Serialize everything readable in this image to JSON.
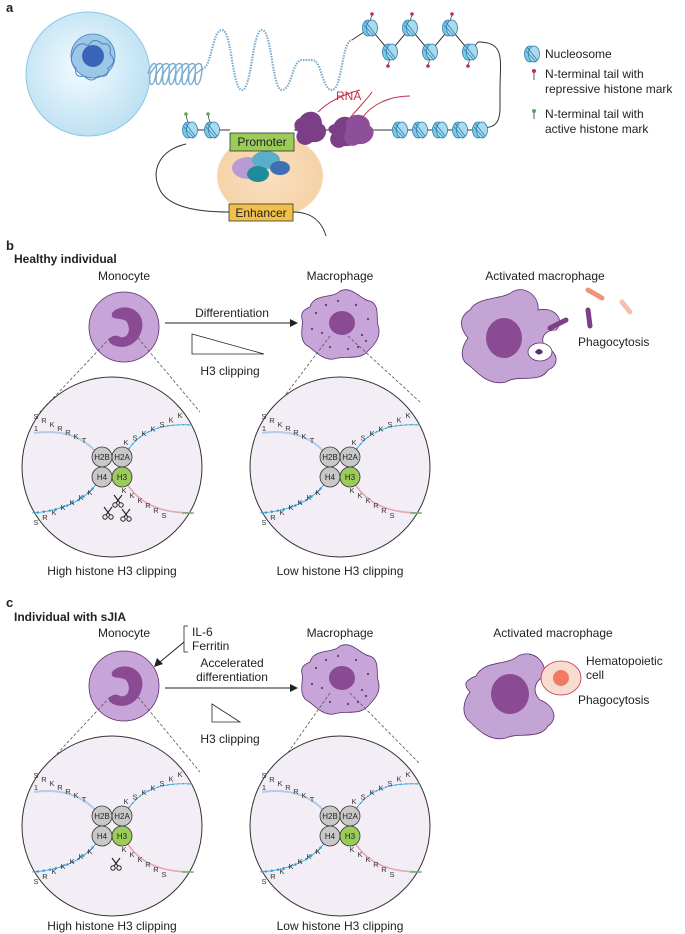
{
  "panel_a": {
    "letter": "a",
    "legend": {
      "nucleosome": "Nucleosome",
      "repressive_line1": "N-terminal tail with",
      "repressive_line2": "repressive histone mark",
      "active_line1": "N-terminal tail with",
      "active_line2": "active histone mark"
    },
    "rna_label": "RNA",
    "promoter_label": "Promoter",
    "enhancer_label": "Enhancer",
    "colors": {
      "promoter": "#9bcc5a",
      "enhancer": "#f2c04a",
      "polymerase": "#7c3f87",
      "nucleosome": "#5fb4d9",
      "repressive": "#c0304a",
      "active": "#4caf50"
    }
  },
  "panel_b": {
    "letter": "b",
    "heading": "Healthy individual",
    "monocyte": "Monocyte",
    "macrophage": "Macrophage",
    "activated": "Activated macrophage",
    "arrow_label": "Differentiation",
    "clipping_label": "H3 clipping",
    "phagocytosis": "Phagocytosis",
    "left_caption": "High histone H3 clipping",
    "right_caption": "Low histone H3 clipping"
  },
  "panel_c": {
    "letter": "c",
    "heading": "Individual with sJIA",
    "monocyte": "Monocyte",
    "macrophage": "Macrophage",
    "activated": "Activated macrophage",
    "cytokine1": "IL-6",
    "cytokine2": "Ferritin",
    "arrow_label_line1": "Accelerated",
    "arrow_label_line2": "differentiation",
    "clipping_label": "H3 clipping",
    "hematopoietic_line1": "Hematopoietic",
    "hematopoietic_line2": "cell",
    "phagocytosis": "Phagocytosis",
    "left_caption": "High histone H3 clipping",
    "right_caption": "Low histone H3 clipping"
  },
  "nucleosome_detail": {
    "histones": [
      "H2B",
      "H2A",
      "H4",
      "H3"
    ],
    "top_left_tail": "SRKRRKT",
    "top_left_index": "1",
    "top_right_tail": "KSKKSKK",
    "bottom_left_tail": "SRKKKKK",
    "bottom_right_tail": "KKKRRS"
  }
}
